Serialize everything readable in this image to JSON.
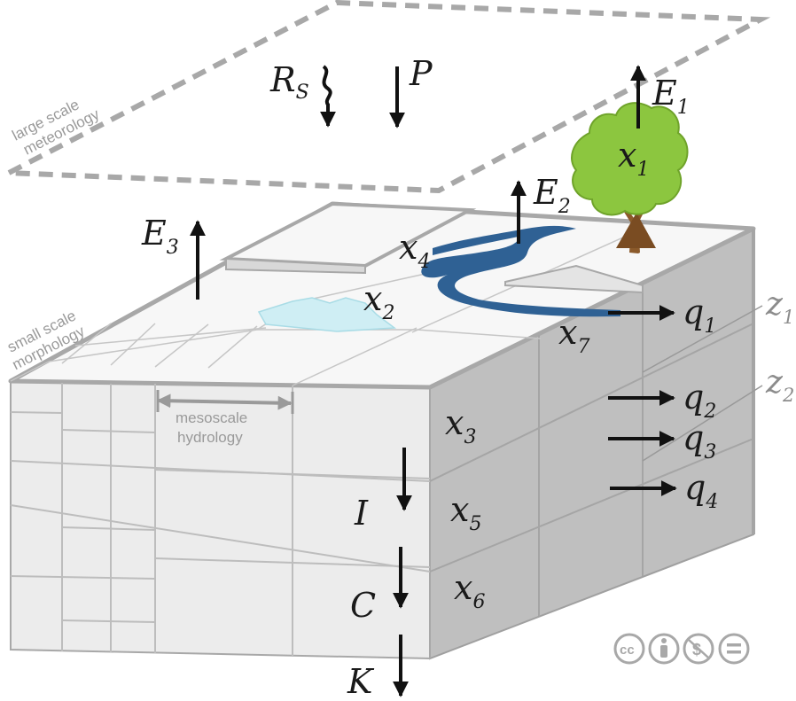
{
  "labels": {
    "large_scale": [
      "large scale",
      "meteorology"
    ],
    "small_scale": [
      "small scale",
      "morphology"
    ],
    "mesoscale": [
      "mesoscale",
      "hydrology"
    ]
  },
  "symbols": {
    "Rs": {
      "main": "R",
      "sub": "S"
    },
    "P": {
      "main": "P"
    },
    "E1": {
      "main": "E",
      "sub": "1"
    },
    "E2": {
      "main": "E",
      "sub": "2"
    },
    "E3": {
      "main": "E",
      "sub": "3"
    },
    "x1": {
      "main": "x",
      "sub": "1"
    },
    "x2": {
      "main": "x",
      "sub": "2"
    },
    "x3": {
      "main": "x",
      "sub": "3"
    },
    "x4": {
      "main": "x",
      "sub": "4"
    },
    "x5": {
      "main": "x",
      "sub": "5"
    },
    "x6": {
      "main": "x",
      "sub": "6"
    },
    "x7": {
      "main": "x",
      "sub": "7"
    },
    "q1": {
      "main": "q",
      "sub": "1"
    },
    "q2": {
      "main": "q",
      "sub": "2"
    },
    "q3": {
      "main": "q",
      "sub": "3"
    },
    "q4": {
      "main": "q",
      "sub": "4"
    },
    "z1": {
      "main": "z",
      "sub": "1"
    },
    "z2": {
      "main": "z",
      "sub": "2"
    },
    "I": {
      "main": "I"
    },
    "C": {
      "main": "C"
    },
    "K": {
      "main": "K"
    }
  },
  "license": {
    "icons": [
      "cc-icon",
      "by-icon",
      "nc-icon",
      "nd-icon"
    ],
    "cc_text": "cc"
  },
  "colors": {
    "river": "#2f6194",
    "tree_canopy": "#8cc63f",
    "tree_trunk": "#8b5a2b",
    "glacier": "#cfeef4",
    "block_front": "#ebebeb",
    "block_side": "#bdbdbd",
    "block_top": "#f7f7f7",
    "outline": "#a8a8a8"
  }
}
